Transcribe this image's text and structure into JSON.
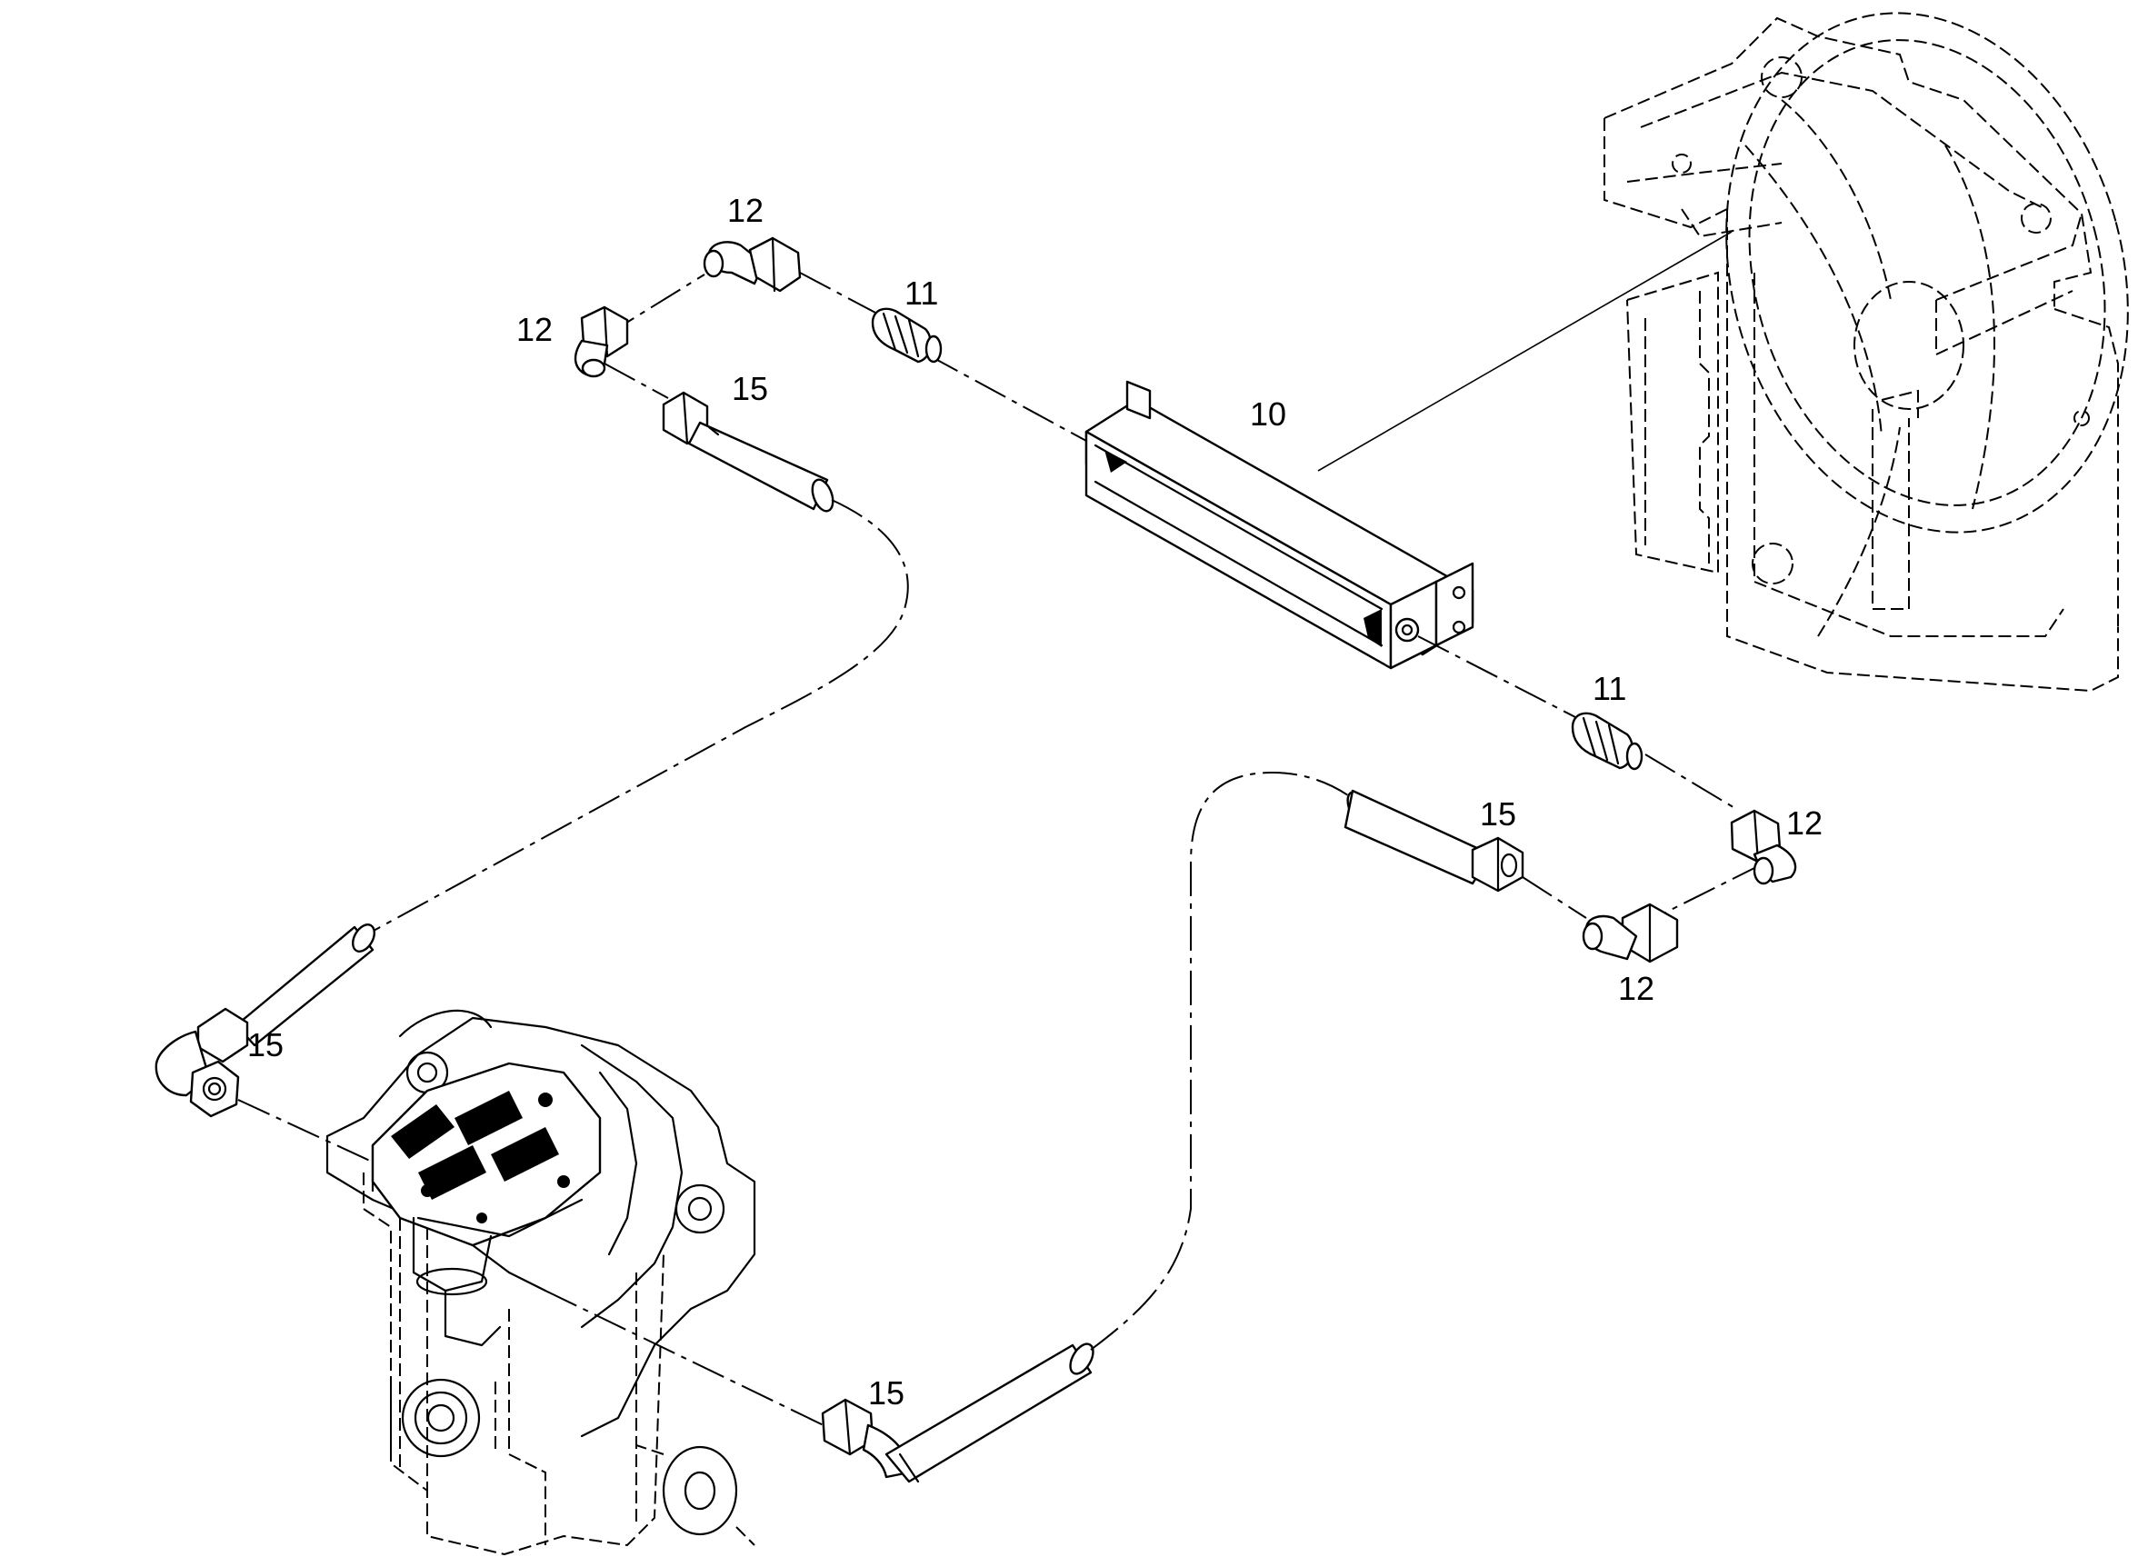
{
  "callouts": {
    "c10": "10",
    "c11a": "11",
    "c11b": "11",
    "c12a": "12",
    "c12b": "12",
    "c12c": "12",
    "c12d": "12",
    "c15a": "15",
    "c15b": "15",
    "c15c": "15",
    "c15d": "15"
  },
  "colors": {
    "line": "#000000",
    "background": "#ffffff"
  }
}
